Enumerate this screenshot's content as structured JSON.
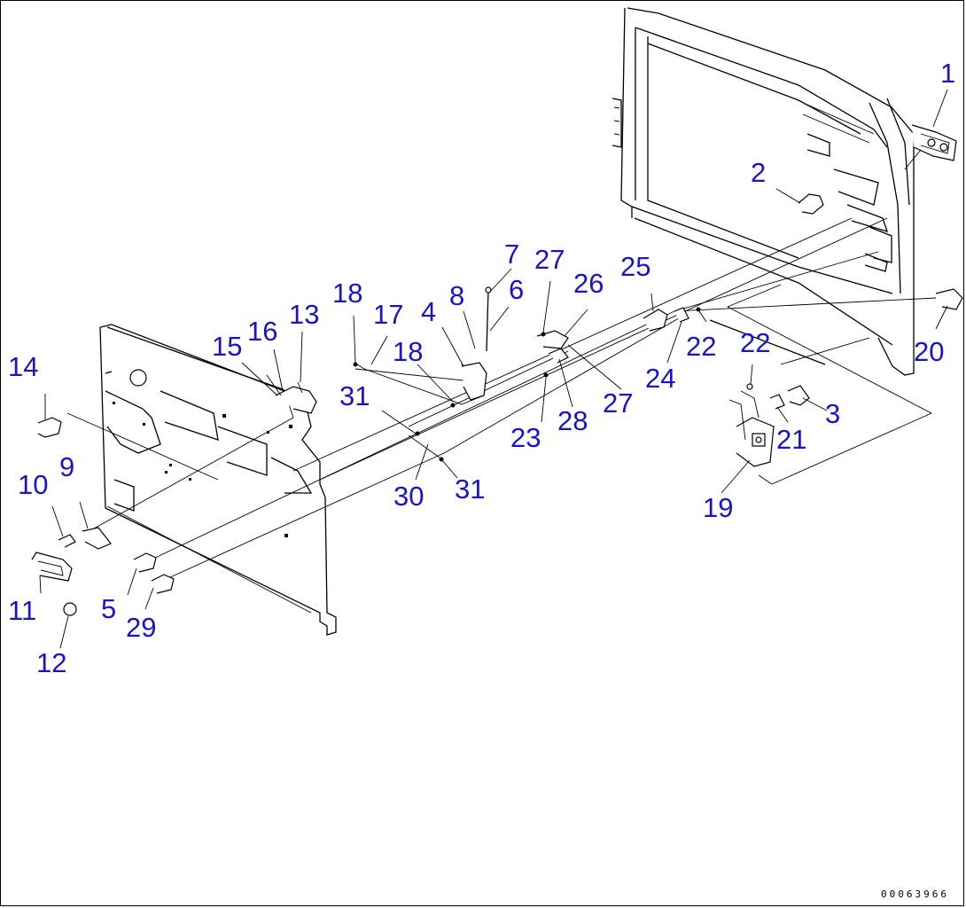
{
  "figure": {
    "drawing_id": "00063966",
    "callout_color": "#1a14c8",
    "callouts": [
      "1",
      "2",
      "3",
      "4",
      "5",
      "6",
      "7",
      "8",
      "9",
      "10",
      "11",
      "12",
      "13",
      "14",
      "15",
      "16",
      "17",
      "18",
      "18",
      "19",
      "20",
      "21",
      "22",
      "22",
      "23",
      "24",
      "25",
      "26",
      "27",
      "27",
      "28",
      "29",
      "30",
      "31",
      "31"
    ]
  }
}
